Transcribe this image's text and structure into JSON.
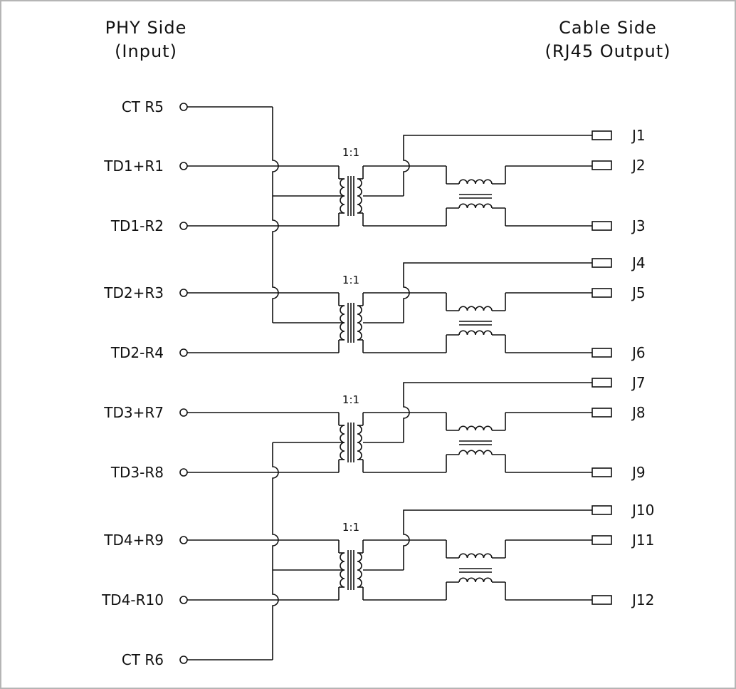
{
  "headers": {
    "phy_line1": "PHY Side",
    "phy_line2": "(Input)",
    "cable_line1": "Cable Side",
    "cable_line2": "(RJ45 Output)"
  },
  "transformer_ratio": "1:1",
  "phy_pins": [
    "CT R5",
    "TD1+R1",
    "TD1-R2",
    "TD2+R3",
    "TD2-R4",
    "TD3+R7",
    "TD3-R8",
    "TD4+R9",
    "TD4-R10",
    "CT R6"
  ],
  "jacks": [
    "J1",
    "J2",
    "J3",
    "J4",
    "J5",
    "J6",
    "J7",
    "J8",
    "J9",
    "J10",
    "J11",
    "J12"
  ]
}
